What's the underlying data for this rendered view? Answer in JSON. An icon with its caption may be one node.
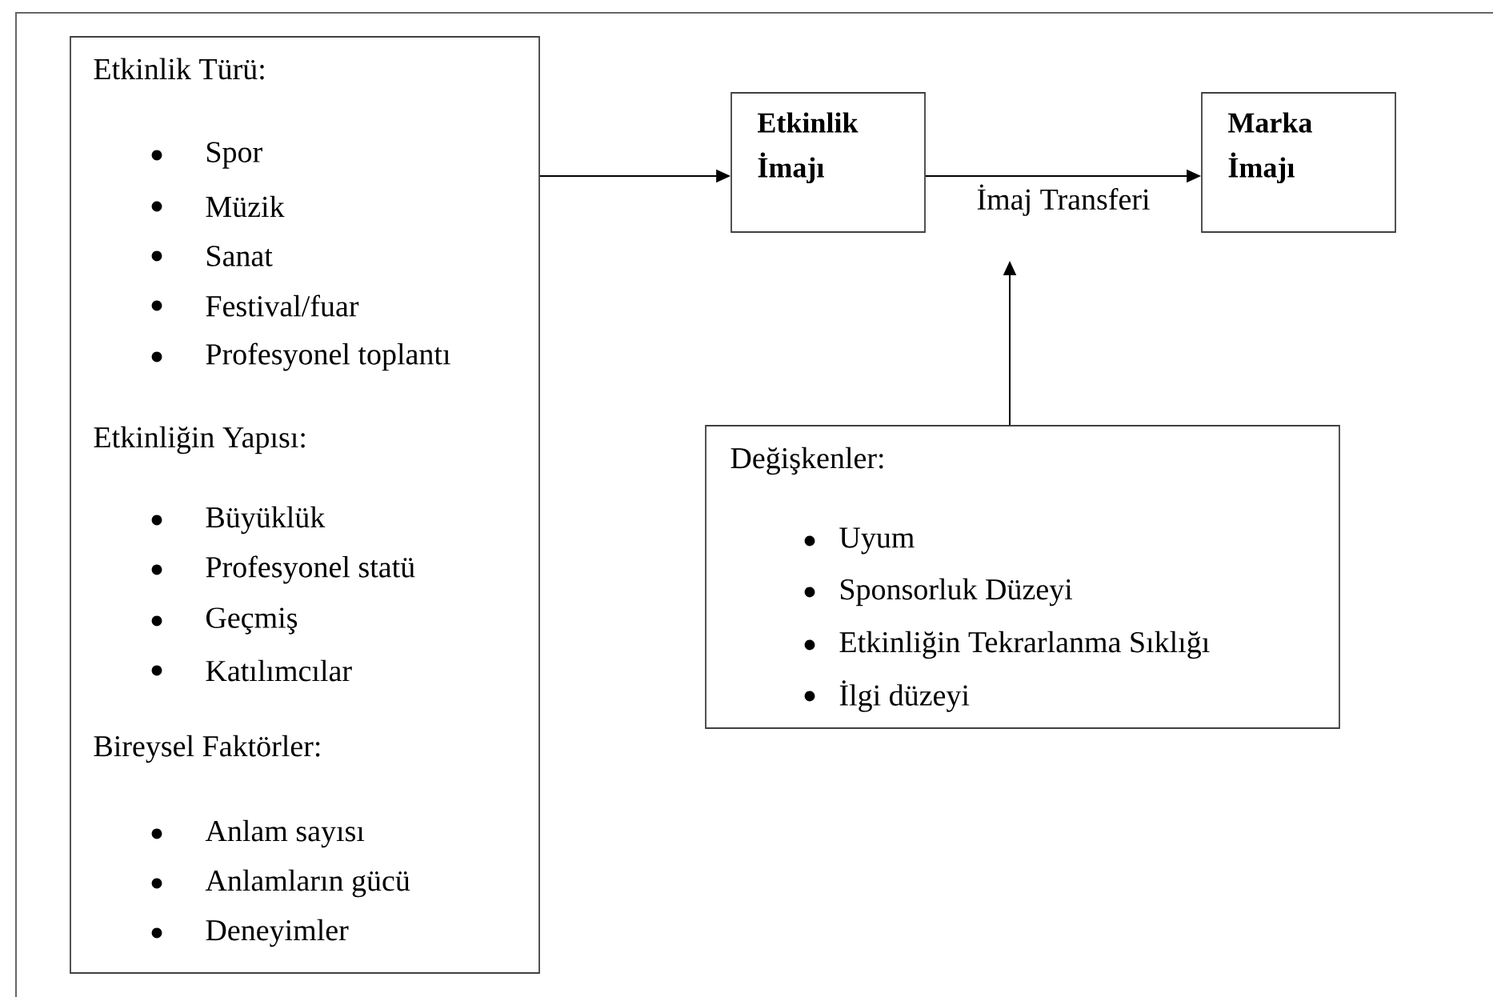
{
  "diagram": {
    "nodes": [
      {
        "text": [
          "Etkinlik Türü:",
          "Spor",
          "Müzik",
          "Sanat",
          "Festival/fuar",
          "Profesyonel toplantı",
          "Etkinliğin Yapısı:",
          "Büyüklük",
          "Profesyonel statü",
          "Geçmiş",
          "Katılımcılar",
          "Bireysel Faktörler:",
          "Anlam sayısı",
          "Anlamların gücü",
          "Deneyimler"
        ]
      },
      {
        "text": [
          "Etkinlik İmajı"
        ]
      },
      {
        "text": [
          "Marka İmajı"
        ]
      },
      {
        "text": [
          "Değişkenler:",
          "Uyum",
          "Sponsorluk Düzeyi",
          "Etkinliğin Tekrarlanma Sıklığı",
          "İlgi düzeyi"
        ]
      }
    ],
    "edges": [
      {
        "from": 0,
        "to": 1,
        "arrow": "to"
      },
      {
        "from": 1,
        "to": 2,
        "arrow": "to",
        "label": "İmaj Transferi"
      },
      {
        "from": 3,
        "to": null,
        "arrow": "to"
      }
    ]
  }
}
